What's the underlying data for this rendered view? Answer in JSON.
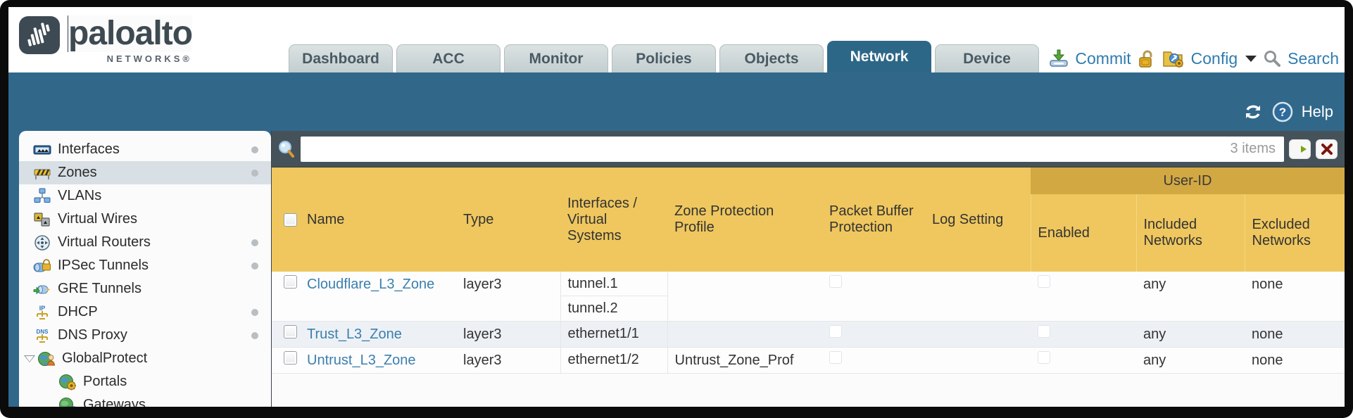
{
  "brand": {
    "wordmark": "paloalto",
    "sub": "NETWORKS®"
  },
  "tabs": [
    {
      "label": "Dashboard",
      "active": false
    },
    {
      "label": "ACC",
      "active": false
    },
    {
      "label": "Monitor",
      "active": false
    },
    {
      "label": "Policies",
      "active": false
    },
    {
      "label": "Objects",
      "active": false
    },
    {
      "label": "Network",
      "active": true
    },
    {
      "label": "Device",
      "active": false
    }
  ],
  "utility": {
    "commit_label": "Commit",
    "config_label": "Config",
    "search_label": "Search",
    "help_label": "Help"
  },
  "sidebar": {
    "items": [
      {
        "label": "Interfaces",
        "icon": "interfaces-icon",
        "has_dot": true,
        "selected": false
      },
      {
        "label": "Zones",
        "icon": "zones-icon",
        "has_dot": true,
        "selected": true
      },
      {
        "label": "VLANs",
        "icon": "vlans-icon",
        "has_dot": false,
        "selected": false
      },
      {
        "label": "Virtual Wires",
        "icon": "virtual-wires-icon",
        "has_dot": false,
        "selected": false
      },
      {
        "label": "Virtual Routers",
        "icon": "virtual-routers-icon",
        "has_dot": true,
        "selected": false
      },
      {
        "label": "IPSec Tunnels",
        "icon": "ipsec-tunnels-icon",
        "has_dot": true,
        "selected": false
      },
      {
        "label": "GRE Tunnels",
        "icon": "gre-tunnels-icon",
        "has_dot": false,
        "selected": false
      },
      {
        "label": "DHCP",
        "icon": "dhcp-icon",
        "has_dot": true,
        "selected": false
      },
      {
        "label": "DNS Proxy",
        "icon": "dns-proxy-icon",
        "has_dot": true,
        "selected": false
      },
      {
        "label": "GlobalProtect",
        "icon": "globalprotect-icon",
        "has_dot": false,
        "selected": false,
        "expanded": true
      },
      {
        "label": "Portals",
        "icon": "portals-icon",
        "has_dot": false,
        "selected": false,
        "indent": true
      },
      {
        "label": "Gateways",
        "icon": "gateways-icon",
        "has_dot": false,
        "selected": false,
        "indent": true
      }
    ]
  },
  "search_bar": {
    "value": "",
    "items_count": "3 items"
  },
  "table": {
    "group_header": "User-ID",
    "columns": [
      "Name",
      "Type",
      "Interfaces / Virtual Systems",
      "Zone Protection Profile",
      "Packet Buffer Protection",
      "Log Setting",
      "Enabled",
      "Included Networks",
      "Excluded Networks"
    ],
    "rows": [
      {
        "name": "Cloudflare_L3_Zone",
        "type": "layer3",
        "interfaces": [
          "tunnel.1",
          "tunnel.2"
        ],
        "zone_protection_profile": "",
        "packet_buffer_protection_checked": false,
        "log_setting": "",
        "enabled_checked": false,
        "included_networks": "any",
        "excluded_networks": "none"
      },
      {
        "name": "Trust_L3_Zone",
        "type": "layer3",
        "interfaces": [
          "ethernet1/1"
        ],
        "zone_protection_profile": "",
        "packet_buffer_protection_checked": false,
        "log_setting": "",
        "enabled_checked": false,
        "included_networks": "any",
        "excluded_networks": "none"
      },
      {
        "name": "Untrust_L3_Zone",
        "type": "layer3",
        "interfaces": [
          "ethernet1/2"
        ],
        "zone_protection_profile": "Untrust_Zone_Prof",
        "packet_buffer_protection_checked": false,
        "log_setting": "",
        "enabled_checked": false,
        "included_networks": "any",
        "excluded_networks": "none"
      }
    ]
  },
  "colors": {
    "banner_teal": "#31688a",
    "active_tab": "#2d6787",
    "header_gold": "#efc75e",
    "userid_band_gold": "#d2a843",
    "search_row_slate": "#46525a",
    "link_blue": "#3b7fad",
    "utility_blue": "#2f7cb0",
    "alt_row": "#edf1f5"
  }
}
